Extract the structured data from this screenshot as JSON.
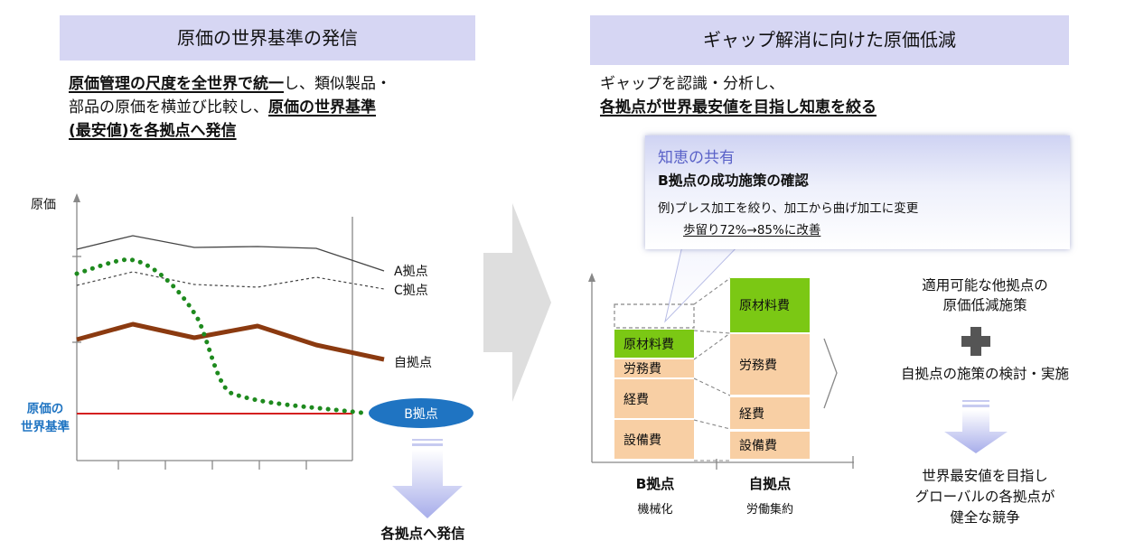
{
  "left_panel": {
    "title": "原価の世界基準の発信",
    "desc": {
      "l1_u": "原価管理の尺度を全世界で統一",
      "l1_rest": "し、類似製品・",
      "l2_plain": "部品の原価を横並び比較し、",
      "l2_u": "原価の世界基準",
      "l3_u": "(最安値)を各拠点へ発信"
    },
    "y_axis_label": "原価",
    "world_standard_label": "原価の\n世界基準",
    "send_label": "各拠点へ発信"
  },
  "chart_data": {
    "type": "line",
    "ylabel": "原価",
    "series": [
      {
        "name": "A拠点",
        "values": [
          88,
          95,
          85,
          86,
          84,
          70
        ],
        "color": "#444444",
        "style": "solid"
      },
      {
        "name": "C拠点",
        "values": [
          60,
          75,
          60,
          57,
          62,
          56
        ],
        "color": "#444444",
        "style": "dashed"
      },
      {
        "name": "自拠点",
        "values": [
          -10,
          5,
          -10,
          5,
          -20,
          -30
        ],
        "color": "#8b3a10",
        "style": "thick"
      },
      {
        "name": "B拠点",
        "values": [
          65,
          75,
          55,
          0,
          -45,
          -53,
          -58
        ],
        "color": "#2a8a2a",
        "style": "dotted"
      }
    ],
    "reference_line": {
      "name": "原価の世界基準",
      "color": "#d42020"
    }
  },
  "right_panel": {
    "title": "ギャップ解消に向けた原価低減",
    "desc_l1": "ギャップを認識・分析し、",
    "desc_l2_u": "各拠点が世界最安値を目指し知恵を絞る",
    "callout": {
      "heading": "知恵の共有",
      "sub": "B拠点の成功施策の確認",
      "example": "例)プレス加工を絞り、加工から曲げ加工に変更",
      "result": "歩留り72%→85%に改善"
    },
    "cost_chart": {
      "b_bar": [
        "原材料費",
        "労務費",
        "経費",
        "設備費"
      ],
      "own_bar": [
        "原材料費",
        "労務費",
        "経費",
        "設備費"
      ],
      "b_label": "B拠点",
      "b_sub": "機械化",
      "own_label": "自拠点",
      "own_sub": "労働集約"
    },
    "right_text1": "適用可能な他拠点の\n原価低減施策",
    "right_text2": "自拠点の施策の検討・実施",
    "right_text3": "世界最安値を目指し\nグローバルの各拠点が\n健全な競争"
  },
  "colors": {
    "title_bg": "#d6d6f3",
    "green": "#7bc814",
    "peach": "#f8cfa4",
    "blue": "#1f74c2"
  }
}
